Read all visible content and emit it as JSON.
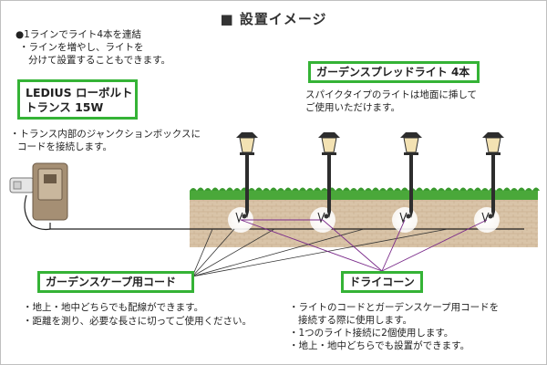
{
  "title": "■ 設置イメージ",
  "intro": {
    "line1": "●1ラインでライト4本を連結",
    "line2": "・ラインを増やし、ライトを",
    "line3": "分けて設置することもできます。"
  },
  "transformer": {
    "label_line1": "LEDIUS ローボルト",
    "label_line2": "トランス 15W",
    "desc_line1": "・トランス内部のジャンクションボックスに",
    "desc_line2": "コードを接続します。"
  },
  "garden_light": {
    "label": "ガーデンスプレッドライト 4本",
    "desc_line1": "スパイクタイプのライトは地面に挿して",
    "desc_line2": "ご使用いただけます。"
  },
  "cord": {
    "label": "ガーデンスケープ用コード",
    "note1": "・地上・地中どちらでも配線ができます。",
    "note2": "・距離を測り、必要な長さに切ってご使用ください。"
  },
  "dry_cone": {
    "label": "ドライコーン",
    "note1": "・ライトのコードとガーデンスケープ用コードを",
    "note1b": "接続する際に使用します。",
    "note2": "・1つのライト接続に2個使用します。",
    "note3": "・地上・地中どちらでも設置ができます。"
  },
  "colors": {
    "label_border": "#35b336",
    "grass": "#3a9a2e",
    "soil": "#d8c2a6",
    "cone_line": "#7a2a8a"
  }
}
